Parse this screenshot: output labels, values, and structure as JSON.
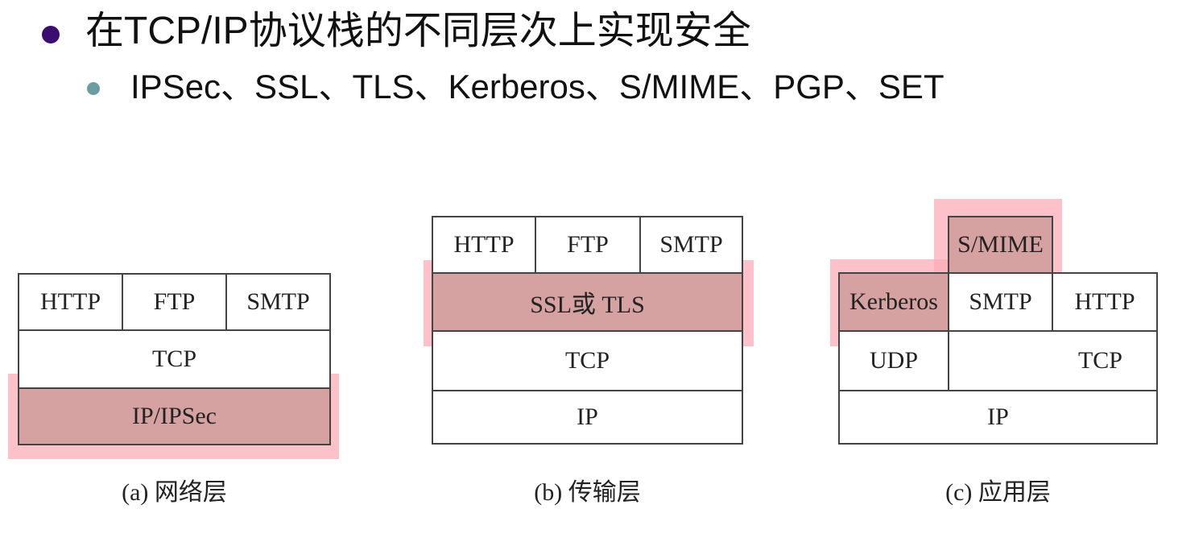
{
  "heading": {
    "title": "在TCP/IP协议栈的不同层次上实现安全",
    "subtitle": "IPSec、SSL、TLS、Kerberos、S/MIME、PGP、SET"
  },
  "diagrams": {
    "network": {
      "http": "HTTP",
      "ftp": "FTP",
      "smtp": "SMTP",
      "tcp": "TCP",
      "ip": "IP/IPSec",
      "caption": "(a) 网络层"
    },
    "transport": {
      "http": "HTTP",
      "ftp": "FTP",
      "smtp": "SMTP",
      "ssl": "SSL或 TLS",
      "tcp": "TCP",
      "ip": "IP",
      "caption": "(b) 传输层"
    },
    "application": {
      "smime": "S/MIME",
      "kerberos": "Kerberos",
      "smtp": "SMTP",
      "http": "HTTP",
      "udp": "UDP",
      "tcp": "TCP",
      "ip": "IP",
      "caption": "(c) 应用层"
    }
  },
  "colors": {
    "highlight_fill": "#d5a1a1",
    "highlight_glow": "#fcaab4",
    "bullet_primary": "#3b0d6e",
    "bullet_secondary": "#6b9ea0"
  }
}
